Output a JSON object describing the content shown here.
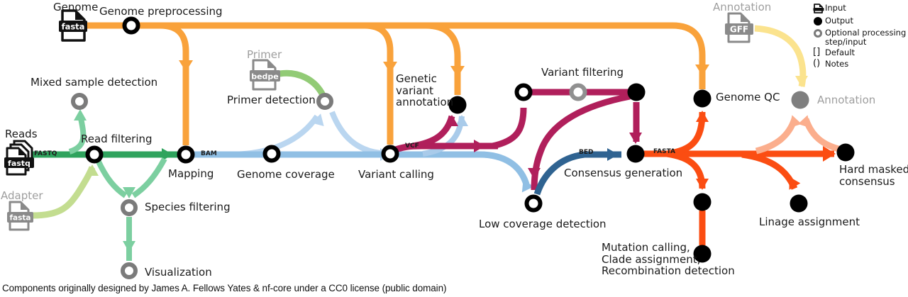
{
  "labels": {
    "genome": "Genome",
    "genome_preprocessing": "Genome preprocessing",
    "mixed_sample_detection": "Mixed sample detection",
    "reads": "Reads",
    "read_filtering": "Read filtering",
    "adapter": "Adapter",
    "mapping": "Mapping",
    "species_filtering": "Species filtering",
    "visualization": "Visualization",
    "primer": "Primer",
    "primer_detection": "Primer detection",
    "genome_coverage": "Genome coverage",
    "variant_calling": "Variant calling",
    "genetic_variant_annotation": [
      "Genetic",
      "variant",
      "annotation"
    ],
    "variant_filtering": "Variant filtering",
    "consensus_generation": "Consensus generation",
    "low_coverage_detection": "Low coverage detection",
    "genome_qc": "Genome QC",
    "annotation_input": "Annotation",
    "annotation_output": "Annotation",
    "hard_masked_consensus": [
      "Hard masked",
      "consensus"
    ],
    "linage_assignment": "Linage assignment",
    "mutation_calling": [
      "Mutation calling,",
      "Clade assignment,",
      "Recombination detection"
    ]
  },
  "file_labels": {
    "fasta": "fasta",
    "fastq": "fastq",
    "bedpe": "bedpe",
    "gff": "GFF"
  },
  "line_labels": {
    "fastq": "FASTQ",
    "bam": "BAM",
    "vcf": "VCF",
    "bed": "BED",
    "fasta": "FASTA"
  },
  "legend": {
    "input": "Input",
    "output": "Output",
    "optional": "Optional processing step/input",
    "default_symbol": "[]",
    "default": "Default",
    "notes_symbol": "()",
    "notes": "Notes"
  },
  "caption": "Components originally designed by James A. Fellows Yates & nf-core under a CC0 license (public domain)",
  "colors": {
    "orange": "#F9A23B",
    "green_dark": "#2FA35D",
    "green_light": "#7CCFA0",
    "adapter_green": "#C3DD90",
    "primer_green": "#92CB76",
    "blue": "#90BFE4",
    "blue_pale": "#BAD6F0",
    "blue_soft": "#A9CBEA",
    "crimson": "#B01F5B",
    "navy": "#2F6391",
    "red": "#FB4D12",
    "yellow": "#FBE38E",
    "salmon": "#FBAE8D",
    "gray": "#7B7B7B",
    "black": "#000000"
  }
}
